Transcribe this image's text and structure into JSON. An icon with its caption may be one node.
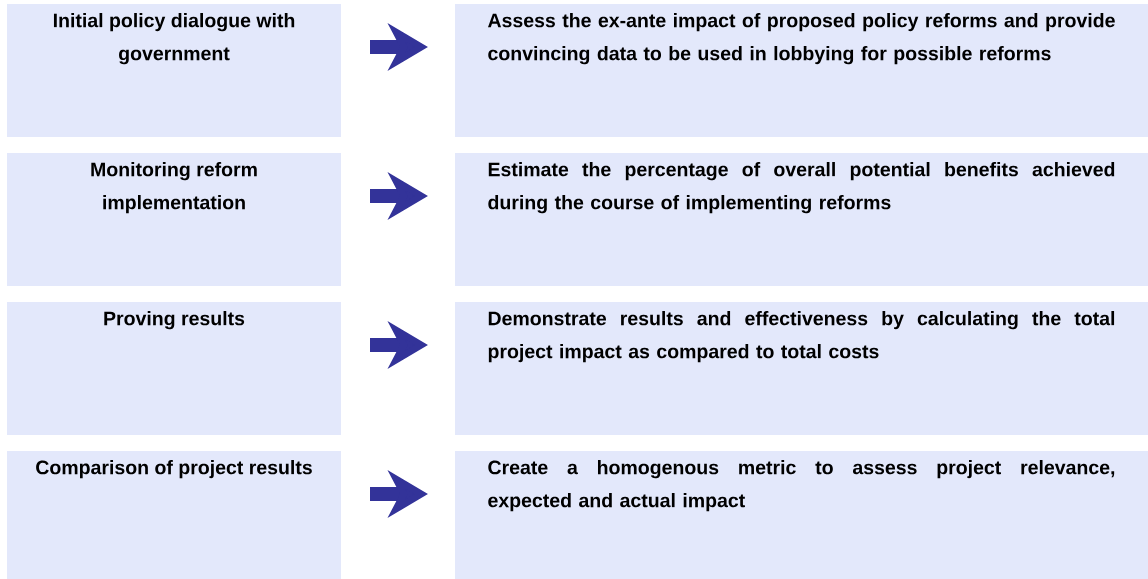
{
  "diagram": {
    "nodes": [
      {
        "text": [
          "Initial policy dialogue with government"
        ]
      },
      {
        "text": [
          "Assess the ex-ante impact of proposed policy reforms and provide convincing data to be used in lobbying for possible reforms"
        ]
      },
      {
        "text": [
          "Monitoring reform implementation"
        ]
      },
      {
        "text": [
          "Estimate the percentage of overall potential benefits achieved during the course of implementing reforms"
        ]
      },
      {
        "text": [
          "Proving results"
        ]
      },
      {
        "text": [
          "Demonstrate results and effectiveness by calculating the total project impact as compared to total costs"
        ]
      },
      {
        "text": [
          "Comparison of project results"
        ]
      },
      {
        "text": [
          "Create a homogenous metric to assess project relevance, expected and actual impact"
        ]
      }
    ],
    "edges": [
      {
        "from": 0,
        "to": 1,
        "arrow": "to"
      },
      {
        "from": 2,
        "to": 3,
        "arrow": "to"
      },
      {
        "from": 4,
        "to": 5,
        "arrow": "to"
      },
      {
        "from": 6,
        "to": 7,
        "arrow": "to"
      }
    ]
  }
}
